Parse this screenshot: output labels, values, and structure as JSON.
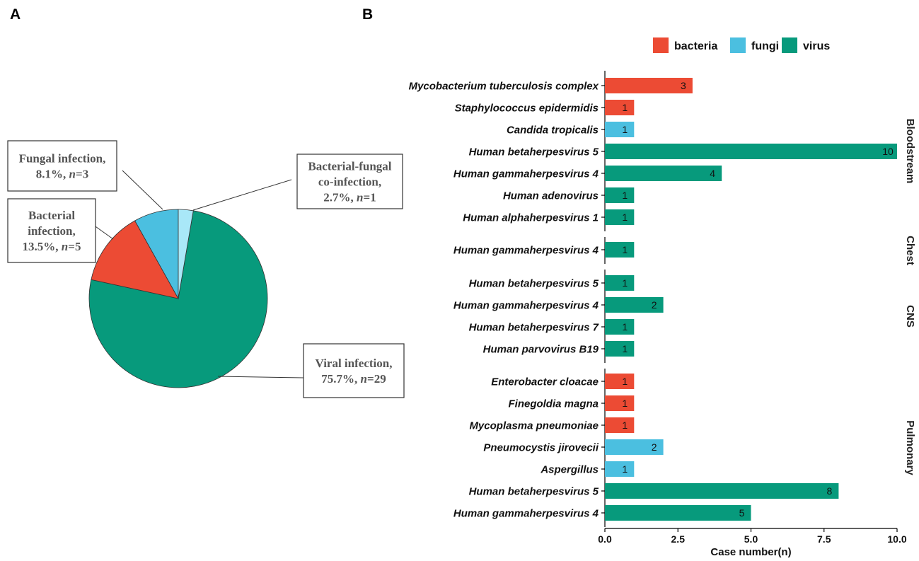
{
  "panels": {
    "a_label": "A",
    "b_label": "B"
  },
  "chart_data": [
    {
      "type": "pie",
      "slices": [
        {
          "name": "Viral infection",
          "label_lines": [
            "Viral infection,",
            "75.7%, n=29"
          ],
          "percent": 75.7,
          "n": 29,
          "color": "#079a7c"
        },
        {
          "name": "Bacterial infection",
          "label_lines": [
            "Bacterial",
            "infection,",
            "13.5%, n=5"
          ],
          "percent": 13.5,
          "n": 5,
          "color": "#ec4b34"
        },
        {
          "name": "Fungal infection",
          "label_lines": [
            "Fungal infection,",
            "8.1%, n=3"
          ],
          "percent": 8.1,
          "n": 3,
          "color": "#4bbfe0"
        },
        {
          "name": "Bacterial-fungal co-infection",
          "label_lines": [
            "Bacterial-fungal",
            "co-infection,",
            "2.7%, n=1"
          ],
          "percent": 2.7,
          "n": 1,
          "color": "#a9e8f8"
        }
      ]
    },
    {
      "type": "bar",
      "orientation": "horizontal",
      "xlabel": "Case number(n)",
      "xlim": [
        0,
        10
      ],
      "xticks": [
        "0.0",
        "2.5",
        "5.0",
        "7.5",
        "10.0"
      ],
      "legend": {
        "placement": "top",
        "entries": [
          {
            "name": "bacteria",
            "color": "#ec4b34"
          },
          {
            "name": "fungi",
            "color": "#4bbfe0"
          },
          {
            "name": "virus",
            "color": "#079a7c"
          }
        ]
      },
      "facets": [
        {
          "name": "Bloodstream",
          "rows": [
            {
              "label": "Mycobacterium tuberculosis complex",
              "value": 3,
              "group": "bacteria"
            },
            {
              "label": "Staphylococcus epidermidis",
              "value": 1,
              "group": "bacteria"
            },
            {
              "label": "Candida tropicalis",
              "value": 1,
              "group": "fungi"
            },
            {
              "label": "Human betaherpesvirus 5",
              "value": 10,
              "group": "virus"
            },
            {
              "label": "Human gammaherpesvirus 4",
              "value": 4,
              "group": "virus"
            },
            {
              "label": "Human adenovirus",
              "value": 1,
              "group": "virus"
            },
            {
              "label": "Human alphaherpesvirus 1",
              "value": 1,
              "group": "virus"
            }
          ]
        },
        {
          "name": "Chest",
          "rows": [
            {
              "label": "Human gammaherpesvirus 4",
              "value": 1,
              "group": "virus"
            }
          ]
        },
        {
          "name": "CNS",
          "rows": [
            {
              "label": "Human betaherpesvirus 5",
              "value": 1,
              "group": "virus"
            },
            {
              "label": "Human gammaherpesvirus 4",
              "value": 2,
              "group": "virus"
            },
            {
              "label": "Human betaherpesvirus 7",
              "value": 1,
              "group": "virus"
            },
            {
              "label": "Human parvovirus B19",
              "value": 1,
              "group": "virus"
            }
          ]
        },
        {
          "name": "Pulmonary",
          "rows": [
            {
              "label": "Enterobacter cloacae",
              "value": 1,
              "group": "bacteria"
            },
            {
              "label": "Finegoldia magna",
              "value": 1,
              "group": "bacteria"
            },
            {
              "label": "Mycoplasma pneumoniae",
              "value": 1,
              "group": "bacteria"
            },
            {
              "label": "Pneumocystis jirovecii",
              "value": 2,
              "group": "fungi"
            },
            {
              "label": "Aspergillus",
              "value": 1,
              "group": "fungi"
            },
            {
              "label": "Human betaherpesvirus 5",
              "value": 8,
              "group": "virus"
            },
            {
              "label": "Human gammaherpesvirus 4",
              "value": 5,
              "group": "virus"
            }
          ]
        }
      ]
    }
  ]
}
